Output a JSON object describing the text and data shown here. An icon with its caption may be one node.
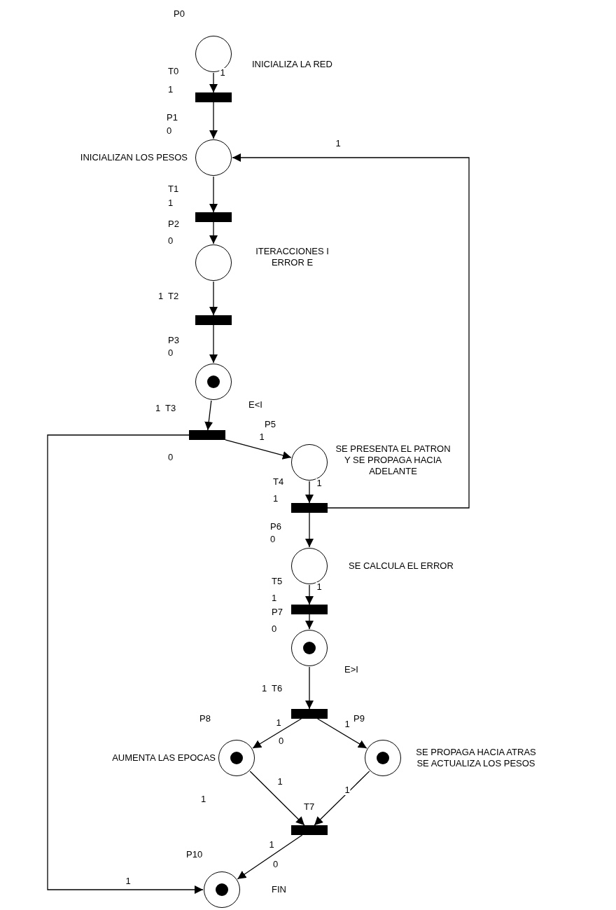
{
  "diagram": {
    "nodes": [
      {
        "text": [],
        "shape": "circle",
        "beside": [
          "P0",
          "INICIALIZA LA RED"
        ]
      },
      {
        "text": [],
        "shape": "bar",
        "beside": [
          "T0",
          "1"
        ]
      },
      {
        "text": [],
        "shape": "circle",
        "beside": [
          "P1",
          "0",
          "INICIALIZAN LOS PESOS"
        ]
      },
      {
        "text": [],
        "shape": "bar",
        "beside": [
          "T1",
          "1"
        ]
      },
      {
        "text": [],
        "shape": "circle",
        "beside": [
          "P2",
          "0",
          "ITERACCIONES I ERROR E"
        ]
      },
      {
        "text": [],
        "shape": "bar",
        "beside": [
          "T2",
          "1"
        ]
      },
      {
        "text": [],
        "shape": "circle",
        "beside": [
          "P3",
          "0"
        ]
      },
      {
        "text": [],
        "shape": "dot",
        "in": 6
      },
      {
        "text": [],
        "shape": "bar",
        "beside": [
          "T3",
          "1",
          "E<I",
          "0"
        ]
      },
      {
        "text": [],
        "shape": "circle",
        "beside": [
          "P5",
          "SE PRESENTA EL PATRON Y SE PROPAGA HACIA ADELANTE"
        ]
      },
      {
        "text": [],
        "shape": "bar",
        "beside": [
          "T4",
          "1"
        ]
      },
      {
        "text": [],
        "shape": "circle",
        "beside": [
          "P6",
          "0",
          "SE CALCULA EL ERROR"
        ]
      },
      {
        "text": [],
        "shape": "bar",
        "beside": [
          "T5",
          "1"
        ]
      },
      {
        "text": [],
        "shape": "circle",
        "beside": [
          "P7",
          "0"
        ]
      },
      {
        "text": [],
        "shape": "dot",
        "in": 13
      },
      {
        "text": [],
        "shape": "bar",
        "beside": [
          "T6",
          "1"
        ]
      },
      {
        "text": [],
        "shape": "circle",
        "beside": [
          "P8",
          "AUMENTA LAS EPOCAS"
        ]
      },
      {
        "text": [],
        "shape": "dot",
        "in": 16
      },
      {
        "text": [],
        "shape": "circle",
        "beside": [
          "P9",
          "SE PROPAGA HACIA ATRAS SE ACTUALIZA LOS PESOS"
        ]
      },
      {
        "text": [],
        "shape": "dot",
        "in": 18
      },
      {
        "text": [],
        "shape": "bar",
        "beside": [
          "T7"
        ]
      },
      {
        "text": [],
        "shape": "circle",
        "beside": [
          "P10",
          "FIN"
        ]
      },
      {
        "text": [],
        "shape": "dot",
        "in": 21
      }
    ],
    "edges": [
      {
        "from": 0,
        "to": 1,
        "arrow": "to",
        "label": "1"
      },
      {
        "from": 1,
        "to": 2,
        "arrow": "to"
      },
      {
        "from": 2,
        "to": 3,
        "arrow": "to"
      },
      {
        "from": 3,
        "to": 4,
        "arrow": "to"
      },
      {
        "from": 4,
        "to": 5,
        "arrow": "to"
      },
      {
        "from": 5,
        "to": 6,
        "arrow": "to"
      },
      {
        "from": 6,
        "to": 8,
        "arrow": "to"
      },
      {
        "from": 8,
        "to": 9,
        "arrow": "to",
        "label": "1"
      },
      {
        "from": 8,
        "to": 21,
        "arrow": "to",
        "label": "1"
      },
      {
        "from": 9,
        "to": 10,
        "arrow": "to",
        "label": "1"
      },
      {
        "from": 10,
        "to": 11,
        "arrow": "to"
      },
      {
        "from": 10,
        "to": 2,
        "arrow": "to",
        "label": "1"
      },
      {
        "from": 11,
        "to": 12,
        "arrow": "to",
        "label": "1"
      },
      {
        "from": 12,
        "to": 13,
        "arrow": "to"
      },
      {
        "from": 13,
        "to": 15,
        "arrow": "to"
      },
      {
        "from": 15,
        "to": 16,
        "arrow": "to",
        "label": "1"
      },
      {
        "from": 15,
        "to": 18,
        "arrow": "to",
        "label": "1"
      },
      {
        "from": 16,
        "to": 20,
        "arrow": "to",
        "label": "1"
      },
      {
        "from": 18,
        "to": 20,
        "arrow": "to",
        "label": "1"
      },
      {
        "from": 20,
        "to": 21,
        "arrow": "to",
        "label": "1"
      }
    ],
    "labels": [
      "E>I",
      "0",
      "1",
      "0"
    ]
  }
}
